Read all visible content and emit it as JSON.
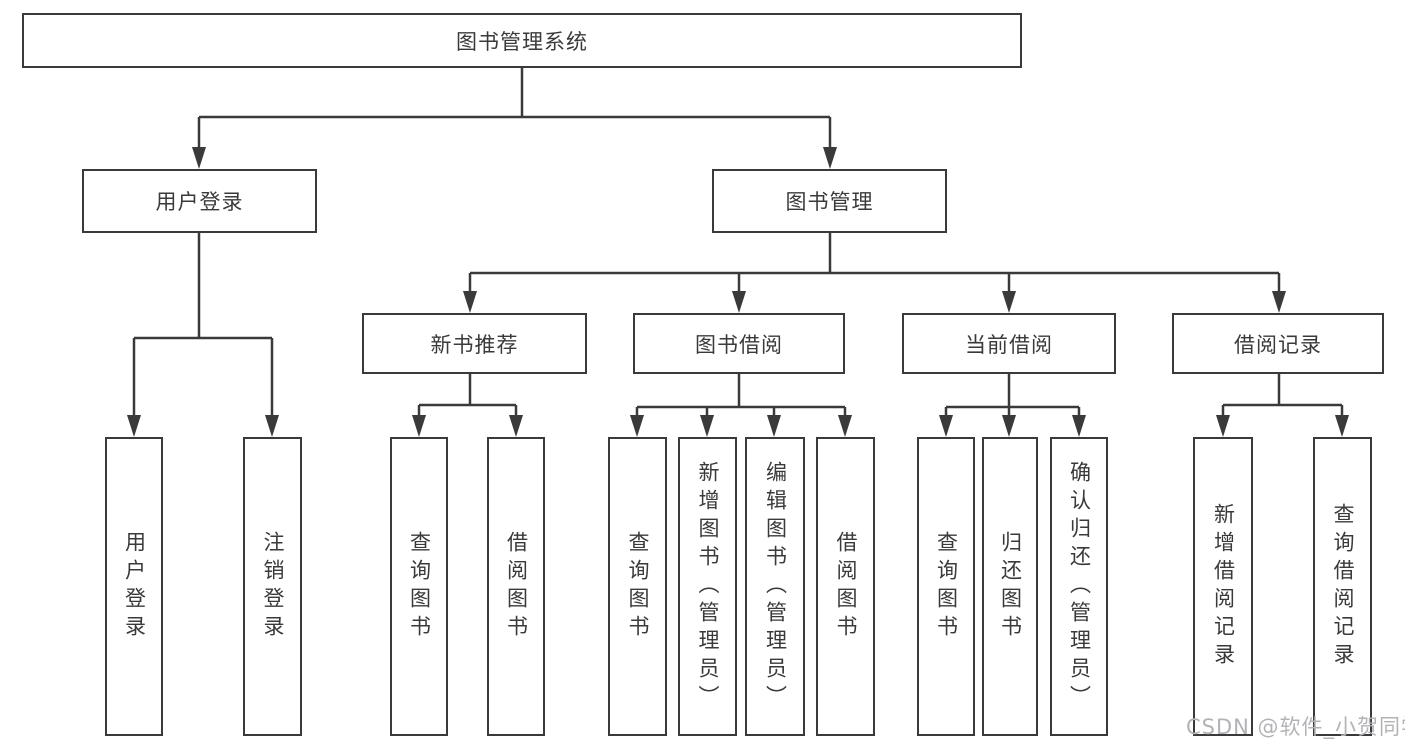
{
  "diagram_type": "tree",
  "tree": {
    "root": {
      "label": "图书管理系统"
    },
    "branches": [
      {
        "label": "用户登录",
        "children": [
          {
            "label": "用户登录"
          },
          {
            "label": "注销登录"
          }
        ]
      },
      {
        "label": "图书管理",
        "sections": [
          {
            "label": "新书推荐",
            "children": [
              {
                "label": "查询图书"
              },
              {
                "label": "借阅图书"
              }
            ]
          },
          {
            "label": "图书借阅",
            "children": [
              {
                "label": "查询图书"
              },
              {
                "label": "新增图书（管理员）"
              },
              {
                "label": "编辑图书（管理员）"
              },
              {
                "label": "借阅图书"
              }
            ]
          },
          {
            "label": "当前借阅",
            "children": [
              {
                "label": "查询图书"
              },
              {
                "label": "归还图书"
              },
              {
                "label": "确认归还（管理员）"
              }
            ]
          },
          {
            "label": "借阅记录",
            "children": [
              {
                "label": "新增借阅记录"
              },
              {
                "label": "查询借阅记录"
              }
            ]
          }
        ]
      }
    ]
  },
  "watermark": {
    "text": "CSDN @软件_小贺同学"
  },
  "colors": {
    "line": "#3a3a3a",
    "box_background": "#ffffff",
    "watermark": "#b1b3b6"
  }
}
